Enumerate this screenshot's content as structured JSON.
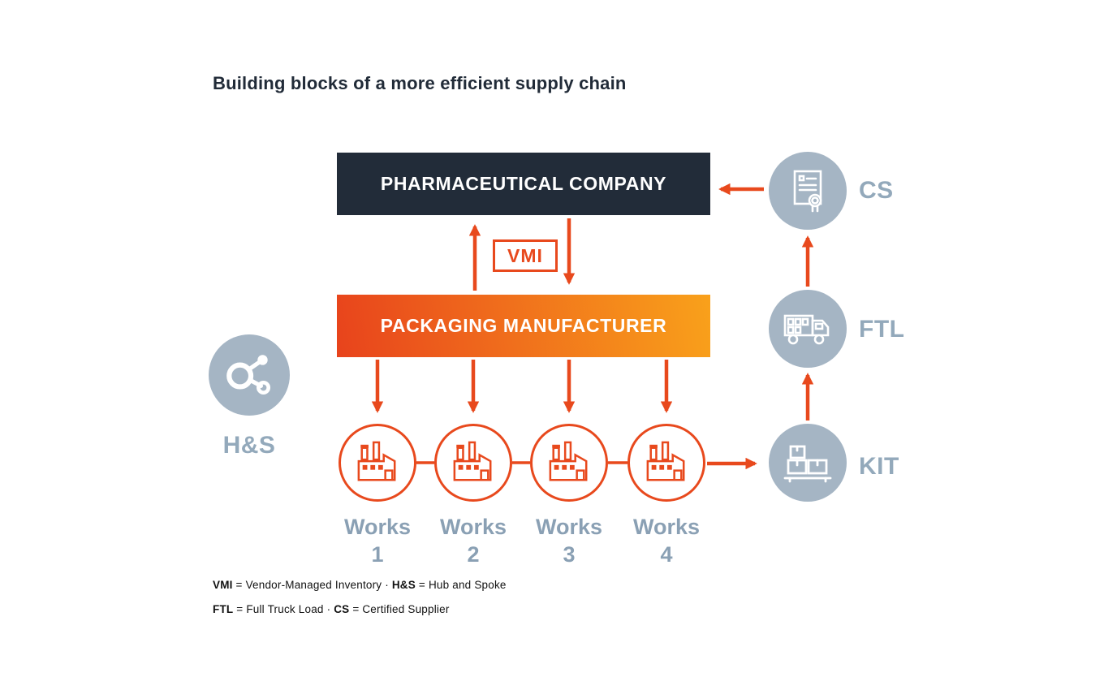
{
  "title": "Building blocks of a more efficient supply chain",
  "boxes": {
    "pharma": "PHARMACEUTICAL COMPANY",
    "packaging": "PACKAGING MANUFACTURER"
  },
  "vmi_label": "VMI",
  "nodes": {
    "hs": {
      "label": "H&S",
      "icon": "hub-spoke-icon"
    },
    "cs": {
      "label": "CS",
      "icon": "certificate-icon"
    },
    "ftl": {
      "label": "FTL",
      "icon": "truck-icon"
    },
    "kit": {
      "label": "KIT",
      "icon": "boxes-icon"
    }
  },
  "works": [
    {
      "name": "Works",
      "num": "1",
      "icon": "factory-icon"
    },
    {
      "name": "Works",
      "num": "2",
      "icon": "factory-icon"
    },
    {
      "name": "Works",
      "num": "3",
      "icon": "factory-icon"
    },
    {
      "name": "Works",
      "num": "4",
      "icon": "factory-icon"
    }
  ],
  "legend": {
    "l1": {
      "k1": "VMI",
      "t1": " = Vendor-Managed Inventory · ",
      "k2": "H&S",
      "t2": " = Hub and Spoke"
    },
    "l2": {
      "k1": "FTL",
      "t1": " = Full Truck Load · ",
      "k2": "CS",
      "t2": " = Certified Supplier"
    }
  },
  "colors": {
    "accent_orange": "#e8491d",
    "gradient_end": "#f9a11b",
    "dark_navy": "#222c39",
    "node_gray": "#a5b5c4",
    "label_gray": "#93a9bb",
    "background": "#ffffff"
  }
}
